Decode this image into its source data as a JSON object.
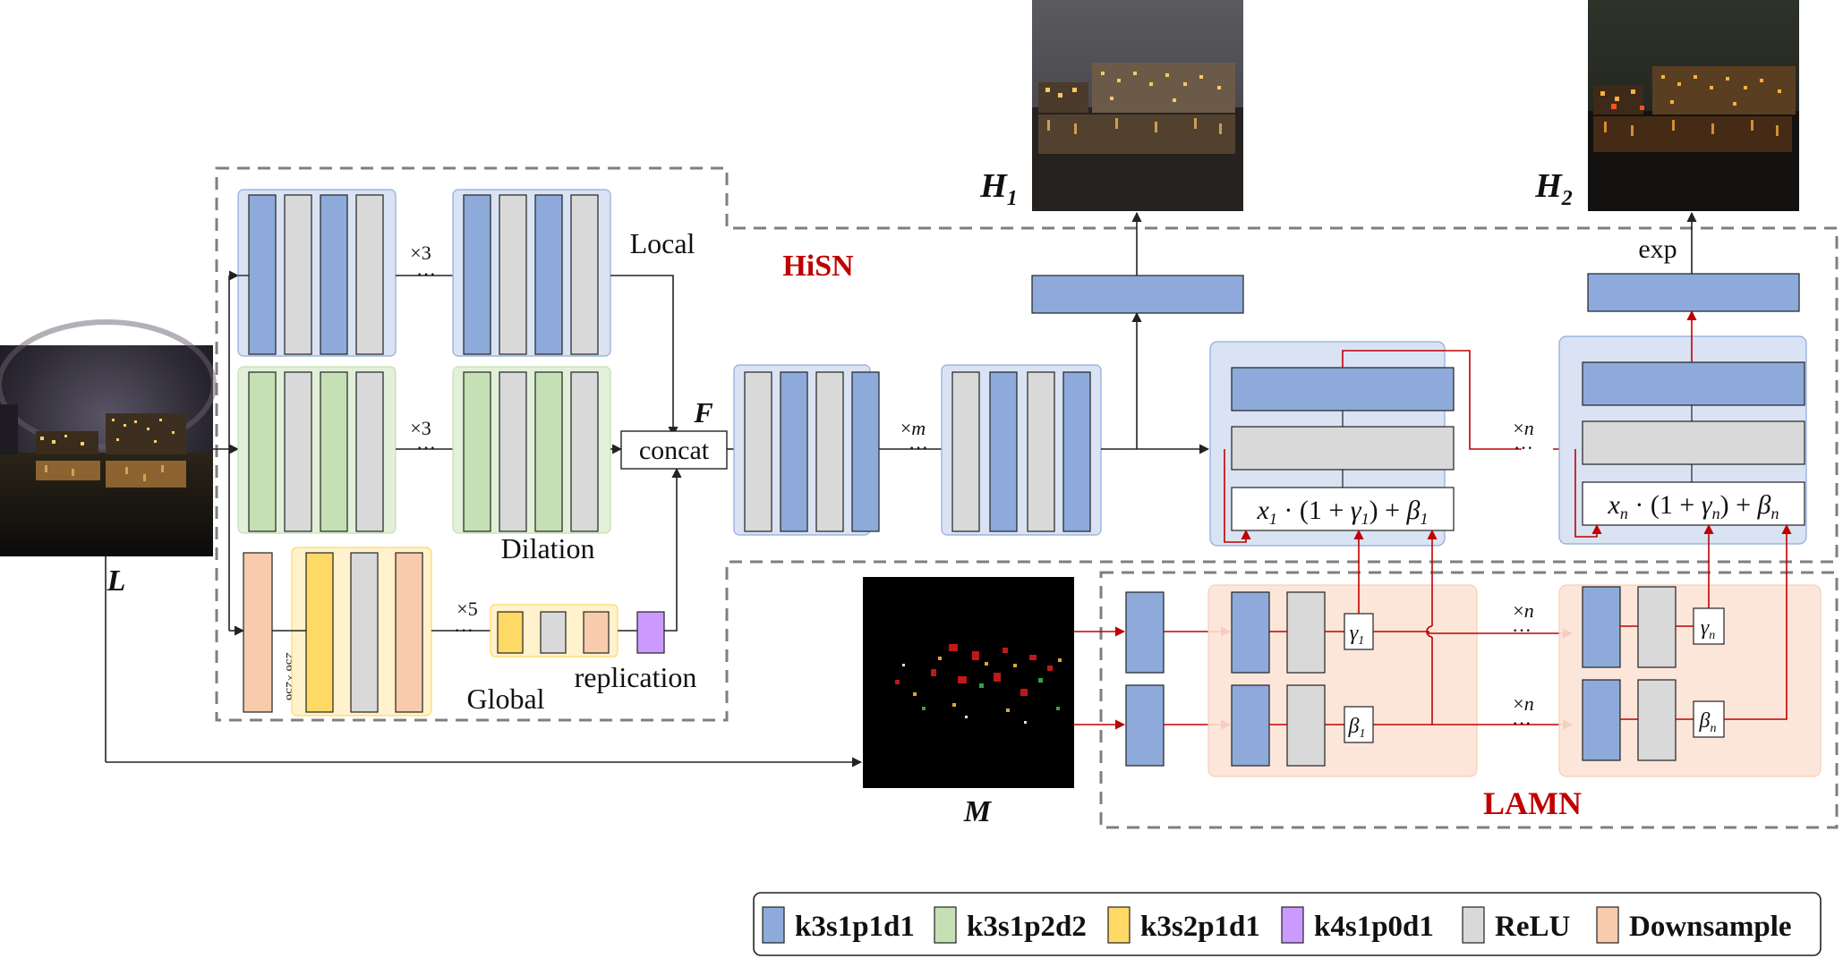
{
  "colors": {
    "k3s1p1d1": "#8eaadb",
    "k3s1p2d2": "#c5e0b4",
    "k3s2p1d1": "#ffd966",
    "k4s1p0d1": "#cc99ff",
    "relu": "#d9d9d9",
    "downsample": "#f8cbad",
    "accent": "#c00000",
    "dash": "#7f7f7f"
  },
  "labels": {
    "input": "L",
    "local": "Local",
    "dilation": "Dilation",
    "global": "Global",
    "replication": "replication",
    "concat": "concat",
    "feature": "F",
    "hisn": "HiSN",
    "lamn": "LAMN",
    "mask": "M",
    "out1_main": "H",
    "out1_sub": "1",
    "out2_main": "H",
    "out2_sub": "2",
    "exp": "exp",
    "size": "256 ×256",
    "rep_local": "×3",
    "rep_dilation": "×3",
    "rep_global": "×5",
    "rep_m_times": "×",
    "rep_m_var": "m",
    "rep_n_times": "×",
    "rep_n_var": "n",
    "ellipsis": "···",
    "gamma1": "γ",
    "gamma1_sub": "1",
    "beta1": "β",
    "beta1_sub": "1",
    "gamman": "γ",
    "gamman_sub": "n",
    "betan": "β",
    "betan_sub": "n",
    "mod1_x": "x",
    "mod1_xsub": "1",
    "mod1_mid": " · (1 + ",
    "mod1_g": "γ",
    "mod1_gsub": "1",
    "mod1_plus": ") + ",
    "mod1_b": "β",
    "mod1_bsub": "1",
    "modn_x": "x",
    "modn_xsub": "n",
    "modn_mid": " · (1 + ",
    "modn_g": "γ",
    "modn_gsub": "n",
    "modn_plus": ") + ",
    "modn_b": "β",
    "modn_bsub": "n"
  },
  "legend": [
    {
      "key": "k3s1p1d1",
      "label": "k3s1p1d1"
    },
    {
      "key": "k3s1p2d2",
      "label": "k3s1p2d2"
    },
    {
      "key": "k3s2p1d1",
      "label": "k3s2p1d1"
    },
    {
      "key": "k4s1p0d1",
      "label": "k4s1p0d1"
    },
    {
      "key": "relu",
      "label": "ReLU"
    },
    {
      "key": "downsample",
      "label": "Downsample"
    }
  ]
}
